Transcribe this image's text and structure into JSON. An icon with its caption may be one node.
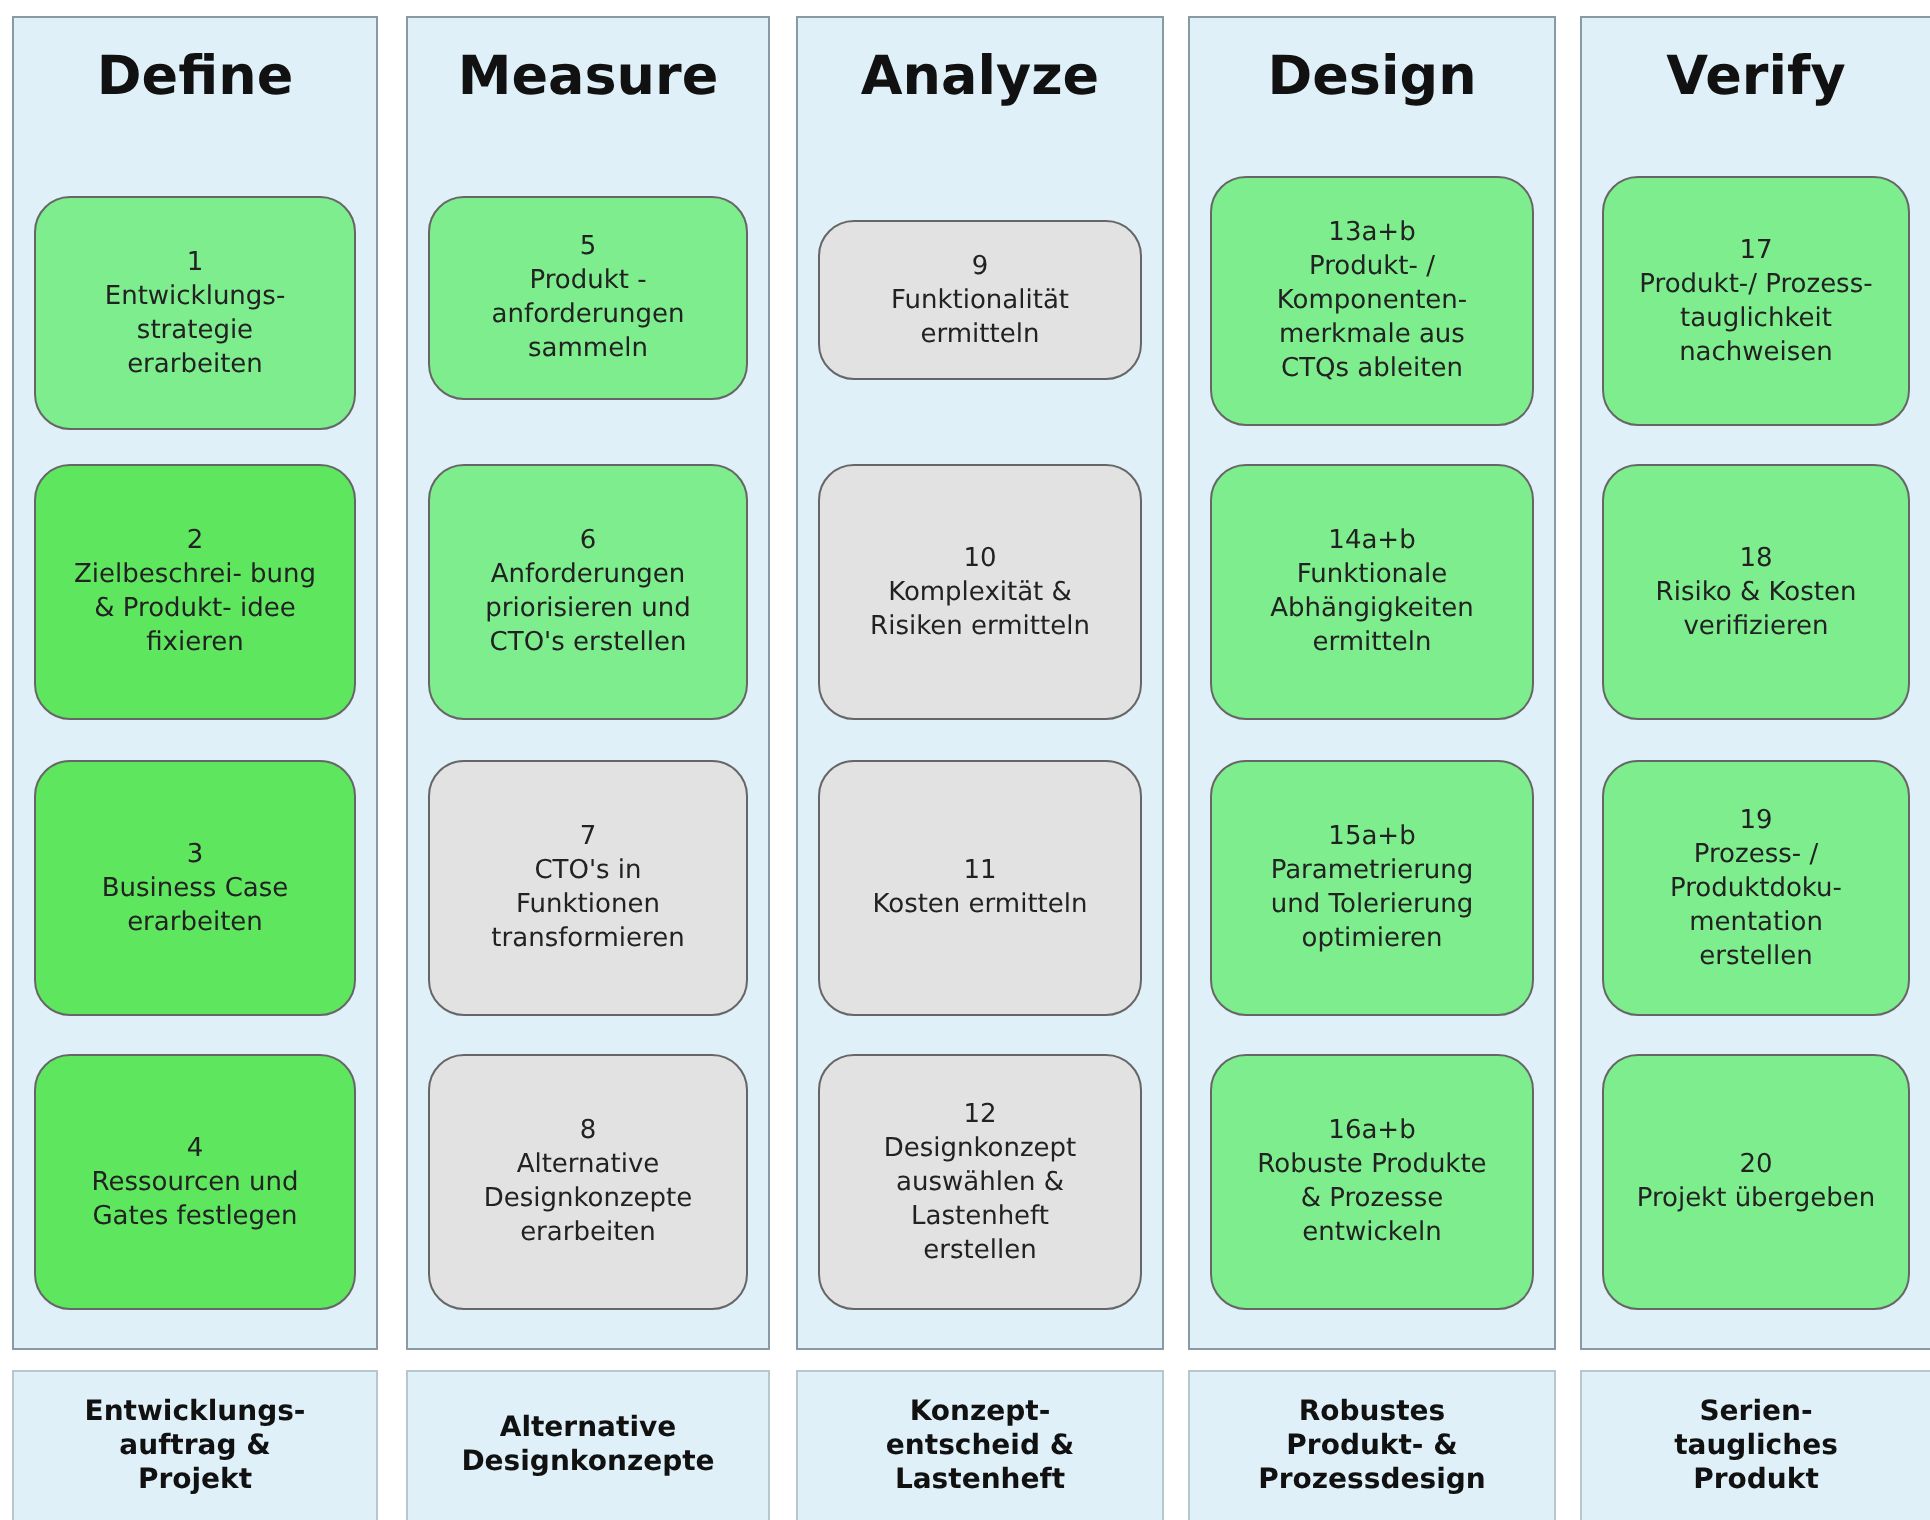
{
  "diagram": {
    "nodes": [
      {
        "text": [
          "Define"
        ]
      },
      {
        "text": [
          "1",
          "Entwicklungs- strategie erarbeiten"
        ],
        "in": 0
      },
      {
        "text": [
          "2",
          "Zielbeschrei- bung & Produkt- idee fixieren"
        ],
        "in": 0
      },
      {
        "text": [
          "3",
          "Business Case erarbeiten"
        ],
        "in": 0
      },
      {
        "text": [
          "4",
          "Ressourcen und Gates festlegen"
        ],
        "in": 0
      },
      {
        "text": [
          "Measure"
        ]
      },
      {
        "text": [
          "5",
          "Produkt - anforderungen sammeln"
        ],
        "in": 5
      },
      {
        "text": [
          "6",
          "Anforderungen priorisieren und CTO's erstellen"
        ],
        "in": 5
      },
      {
        "text": [
          "7",
          "CTO's in Funktionen transformieren"
        ],
        "in": 5
      },
      {
        "text": [
          "8",
          "Alternative Designkonzepte erarbeiten"
        ],
        "in": 5
      },
      {
        "text": [
          "Analyze"
        ]
      },
      {
        "text": [
          "9",
          "Funktionalität ermitteln"
        ],
        "in": 10
      },
      {
        "text": [
          "10",
          "Komplexität & Risiken ermitteln"
        ],
        "in": 10
      },
      {
        "text": [
          "11",
          "Kosten ermitteln"
        ],
        "in": 10
      },
      {
        "text": [
          "12",
          "Designkonzept auswählen & Lastenheft erstellen"
        ],
        "in": 10
      },
      {
        "text": [
          "Design"
        ]
      },
      {
        "text": [
          "13a+b",
          "Produkt- / Komponenten- merkmale aus CTQs ableiten"
        ],
        "in": 15
      },
      {
        "text": [
          "14a+b",
          "Funktionale Abhängigkeiten ermitteln"
        ],
        "in": 15
      },
      {
        "text": [
          "15a+b",
          "Parametrierung und Tolerierung optimieren"
        ],
        "in": 15
      },
      {
        "text": [
          "16a+b",
          "Robuste Produkte & Prozesse entwickeln"
        ],
        "in": 15
      },
      {
        "text": [
          "Verify"
        ]
      },
      {
        "text": [
          "17",
          "Produkt-/ Prozess- tauglichkeit nachweisen"
        ],
        "in": 20
      },
      {
        "text": [
          "18",
          "Risiko & Kosten verifizieren"
        ],
        "in": 20
      },
      {
        "text": [
          "19",
          "Prozess- / Produktdoku- mentation erstellen"
        ],
        "in": 20
      },
      {
        "text": [
          "20",
          "Projekt übergeben"
        ],
        "in": 20
      },
      {
        "text": [
          "Entwicklungs- auftrag & Projekt"
        ]
      },
      {
        "text": [
          "Alternative Designkonzepte"
        ]
      },
      {
        "text": [
          "Konzept- entscheid & Lastenheft"
        ]
      },
      {
        "text": [
          "Robustes Produkt- & Prozessdesign"
        ]
      },
      {
        "text": [
          "Serien- taugliches Produkt"
        ]
      }
    ]
  }
}
